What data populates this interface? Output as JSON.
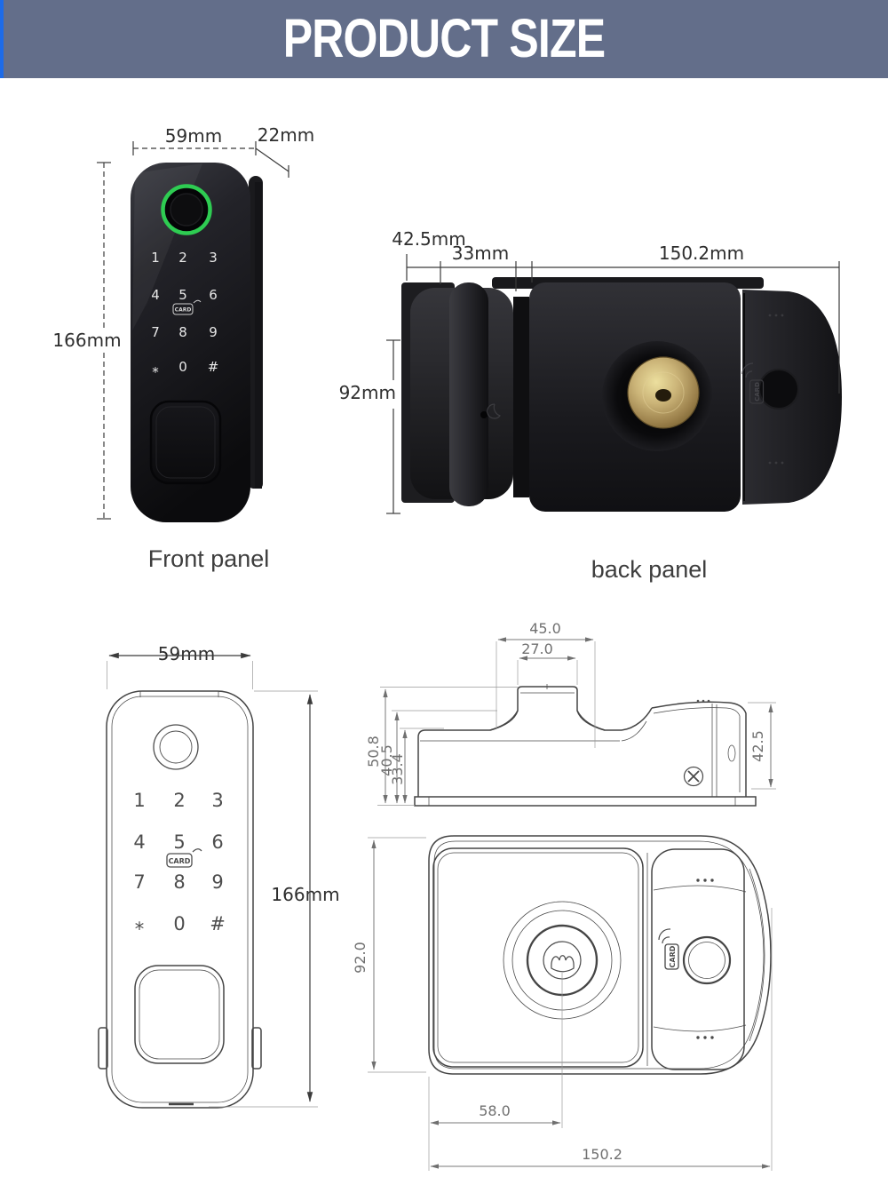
{
  "banner": {
    "title": "PRODUCT SIZE"
  },
  "colors": {
    "banner_bg": "#636e8a",
    "banner_accent_strip": "#1d6be8",
    "fingerprint_ring_green": "#2ecc52",
    "cylinder_gold": "#c5ad72",
    "drawing_stroke": "#454545",
    "dim_text_dark": "#2e2e2e",
    "dim_text_gray": "#707070"
  },
  "front_photo": {
    "label": "Front panel",
    "dim_width": "59mm",
    "dim_depth": "22mm",
    "dim_height": "166mm",
    "card_label": "CARD",
    "keypad_rows": [
      [
        "1",
        "2",
        "3"
      ],
      [
        "4",
        "5",
        "6"
      ],
      [
        "7",
        "8",
        "9"
      ],
      [
        "*",
        "0",
        "#"
      ]
    ]
  },
  "back_photo": {
    "label": "back panel",
    "dim_depth": "42.5mm",
    "dim_hinge": "33mm",
    "dim_length": "150.2mm",
    "dim_height": "92mm",
    "card_label": "CARD"
  },
  "front_drawing": {
    "dim_width": "59mm",
    "dim_height": "166mm",
    "card_label": "CARD",
    "keypad_rows": [
      [
        "1",
        "2",
        "3"
      ],
      [
        "4",
        "5",
        "6"
      ],
      [
        "7",
        "8",
        "9"
      ],
      [
        "*",
        "0",
        "#"
      ]
    ]
  },
  "side_drawing": {
    "dim_top_width": "45.0",
    "dim_knob_width": "27.0",
    "dim_height_total": "50.8",
    "dim_height_mid": "40.5",
    "dim_height_body": "33.4",
    "dim_height_cap": "42.5"
  },
  "back_drawing": {
    "dim_height": "92.0",
    "dim_center_offset": "58.0",
    "dim_total_width": "150.2",
    "card_label": "CARD"
  }
}
